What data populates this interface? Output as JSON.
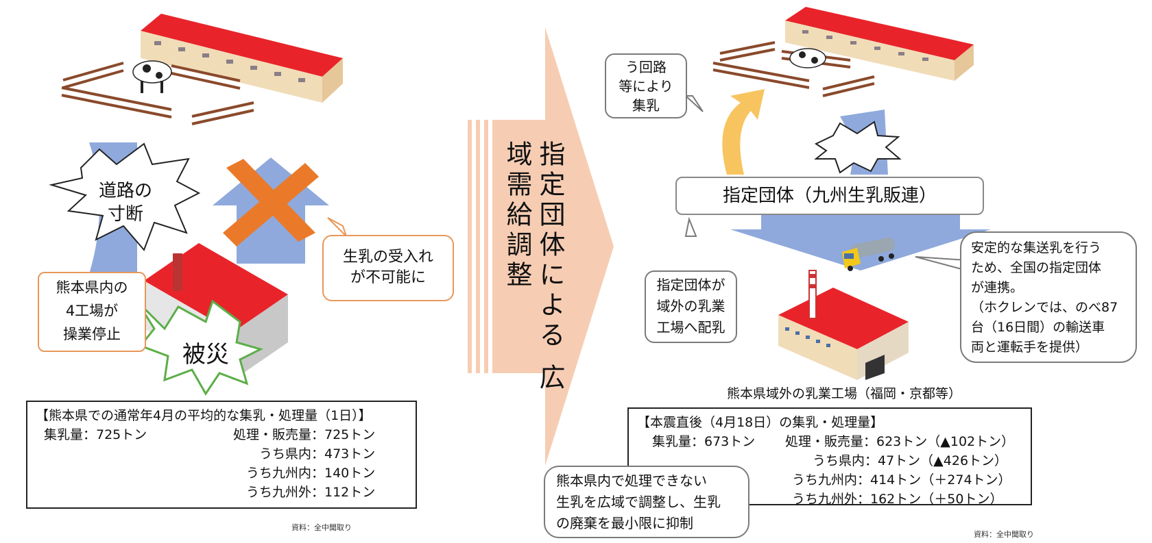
{
  "left": {
    "road_cut": "道路の\n寸断",
    "milk_rejected": "生乳の受入れ\nが不可能に",
    "factories_stopped": "熊本県内の\n4工場が\n操業停止",
    "damage": "被災",
    "normal_box": {
      "title": "【熊本県での通常年4月の平均的な集乳・処理量（1日）】",
      "collect": "集乳量：725トン",
      "lines": [
        "処理・販売量：725トン",
        "うち県内：473トン",
        "うち九州内：140トン",
        "うち九州外：112トン"
      ]
    },
    "source": "資料：全中聞取り"
  },
  "center": {
    "line1": "指定団体による",
    "line2": "広域需給調整"
  },
  "right": {
    "detour": "う回路\n等により\n集乳",
    "org_label": "指定団体（九州生乳販連）",
    "distribute": "指定団体が\n域外の乳業\n工場へ配乳",
    "cooperation": "安定的な集送乳を行う\nため、全国の指定団体\nが連携。\n（ホクレンでは、のべ87\n台（16日間）の輸送車\n両と運転手を提供）",
    "factory_caption": "熊本県域外の乳業工場（福岡・京都等）",
    "after_box": {
      "title": "【本震直後（4月18日）の集乳・処理量】",
      "collect": "集乳量：673トン",
      "lines": [
        "処理・販売量：623トン（▲102トン）",
        "うち県内：47トン（▲426トン）",
        "うち九州内：414トン（＋274トン）",
        "うち九州外：162トン（＋50トン）"
      ]
    },
    "adjust": "熊本県内で処理できない\n生乳を広域で調整し、生乳\nの廃棄を最小限に抑制",
    "source": "資料：全中聞取り"
  },
  "colors": {
    "roof": "#e8242a",
    "wall": "#f1dcb8",
    "blue_arrow": "#8fa9dc",
    "orange_x": "#ea7a2a",
    "big_arrow": "#f6cdb3",
    "yellow_arrow": "#f8c460"
  }
}
